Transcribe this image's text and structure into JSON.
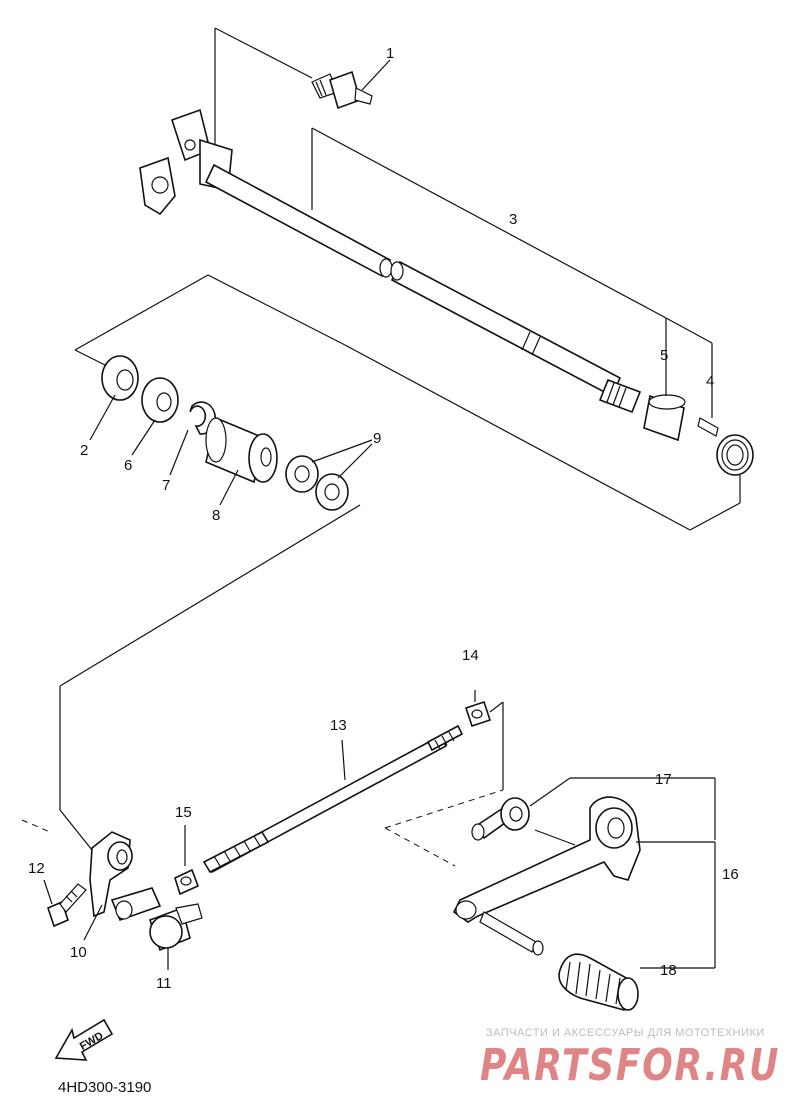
{
  "diagram": {
    "callouts": [
      {
        "id": "1",
        "text": "1"
      },
      {
        "id": "2",
        "text": "2"
      },
      {
        "id": "3",
        "text": "3"
      },
      {
        "id": "4",
        "text": "4"
      },
      {
        "id": "5",
        "text": "5"
      },
      {
        "id": "6",
        "text": "6"
      },
      {
        "id": "7",
        "text": "7"
      },
      {
        "id": "8",
        "text": "8"
      },
      {
        "id": "9",
        "text": "9"
      },
      {
        "id": "10",
        "text": "10"
      },
      {
        "id": "11",
        "text": "11"
      },
      {
        "id": "12",
        "text": "12"
      },
      {
        "id": "13",
        "text": "13"
      },
      {
        "id": "14",
        "text": "14"
      },
      {
        "id": "15",
        "text": "15"
      },
      {
        "id": "16",
        "text": "16"
      },
      {
        "id": "17",
        "text": "17"
      },
      {
        "id": "18",
        "text": "18"
      }
    ],
    "fwd_label": "FWD",
    "drawing_code": "4HD300-3190"
  },
  "watermark": {
    "tagline": "ЗАПЧАСТИ И АКСЕССУАРЫ ДЛЯ МОТОТЕХНИКИ",
    "logo_text": "PARTSFOR.RU",
    "color": "#e08585"
  },
  "colors": {
    "line": "#111111",
    "background": "#ffffff"
  }
}
